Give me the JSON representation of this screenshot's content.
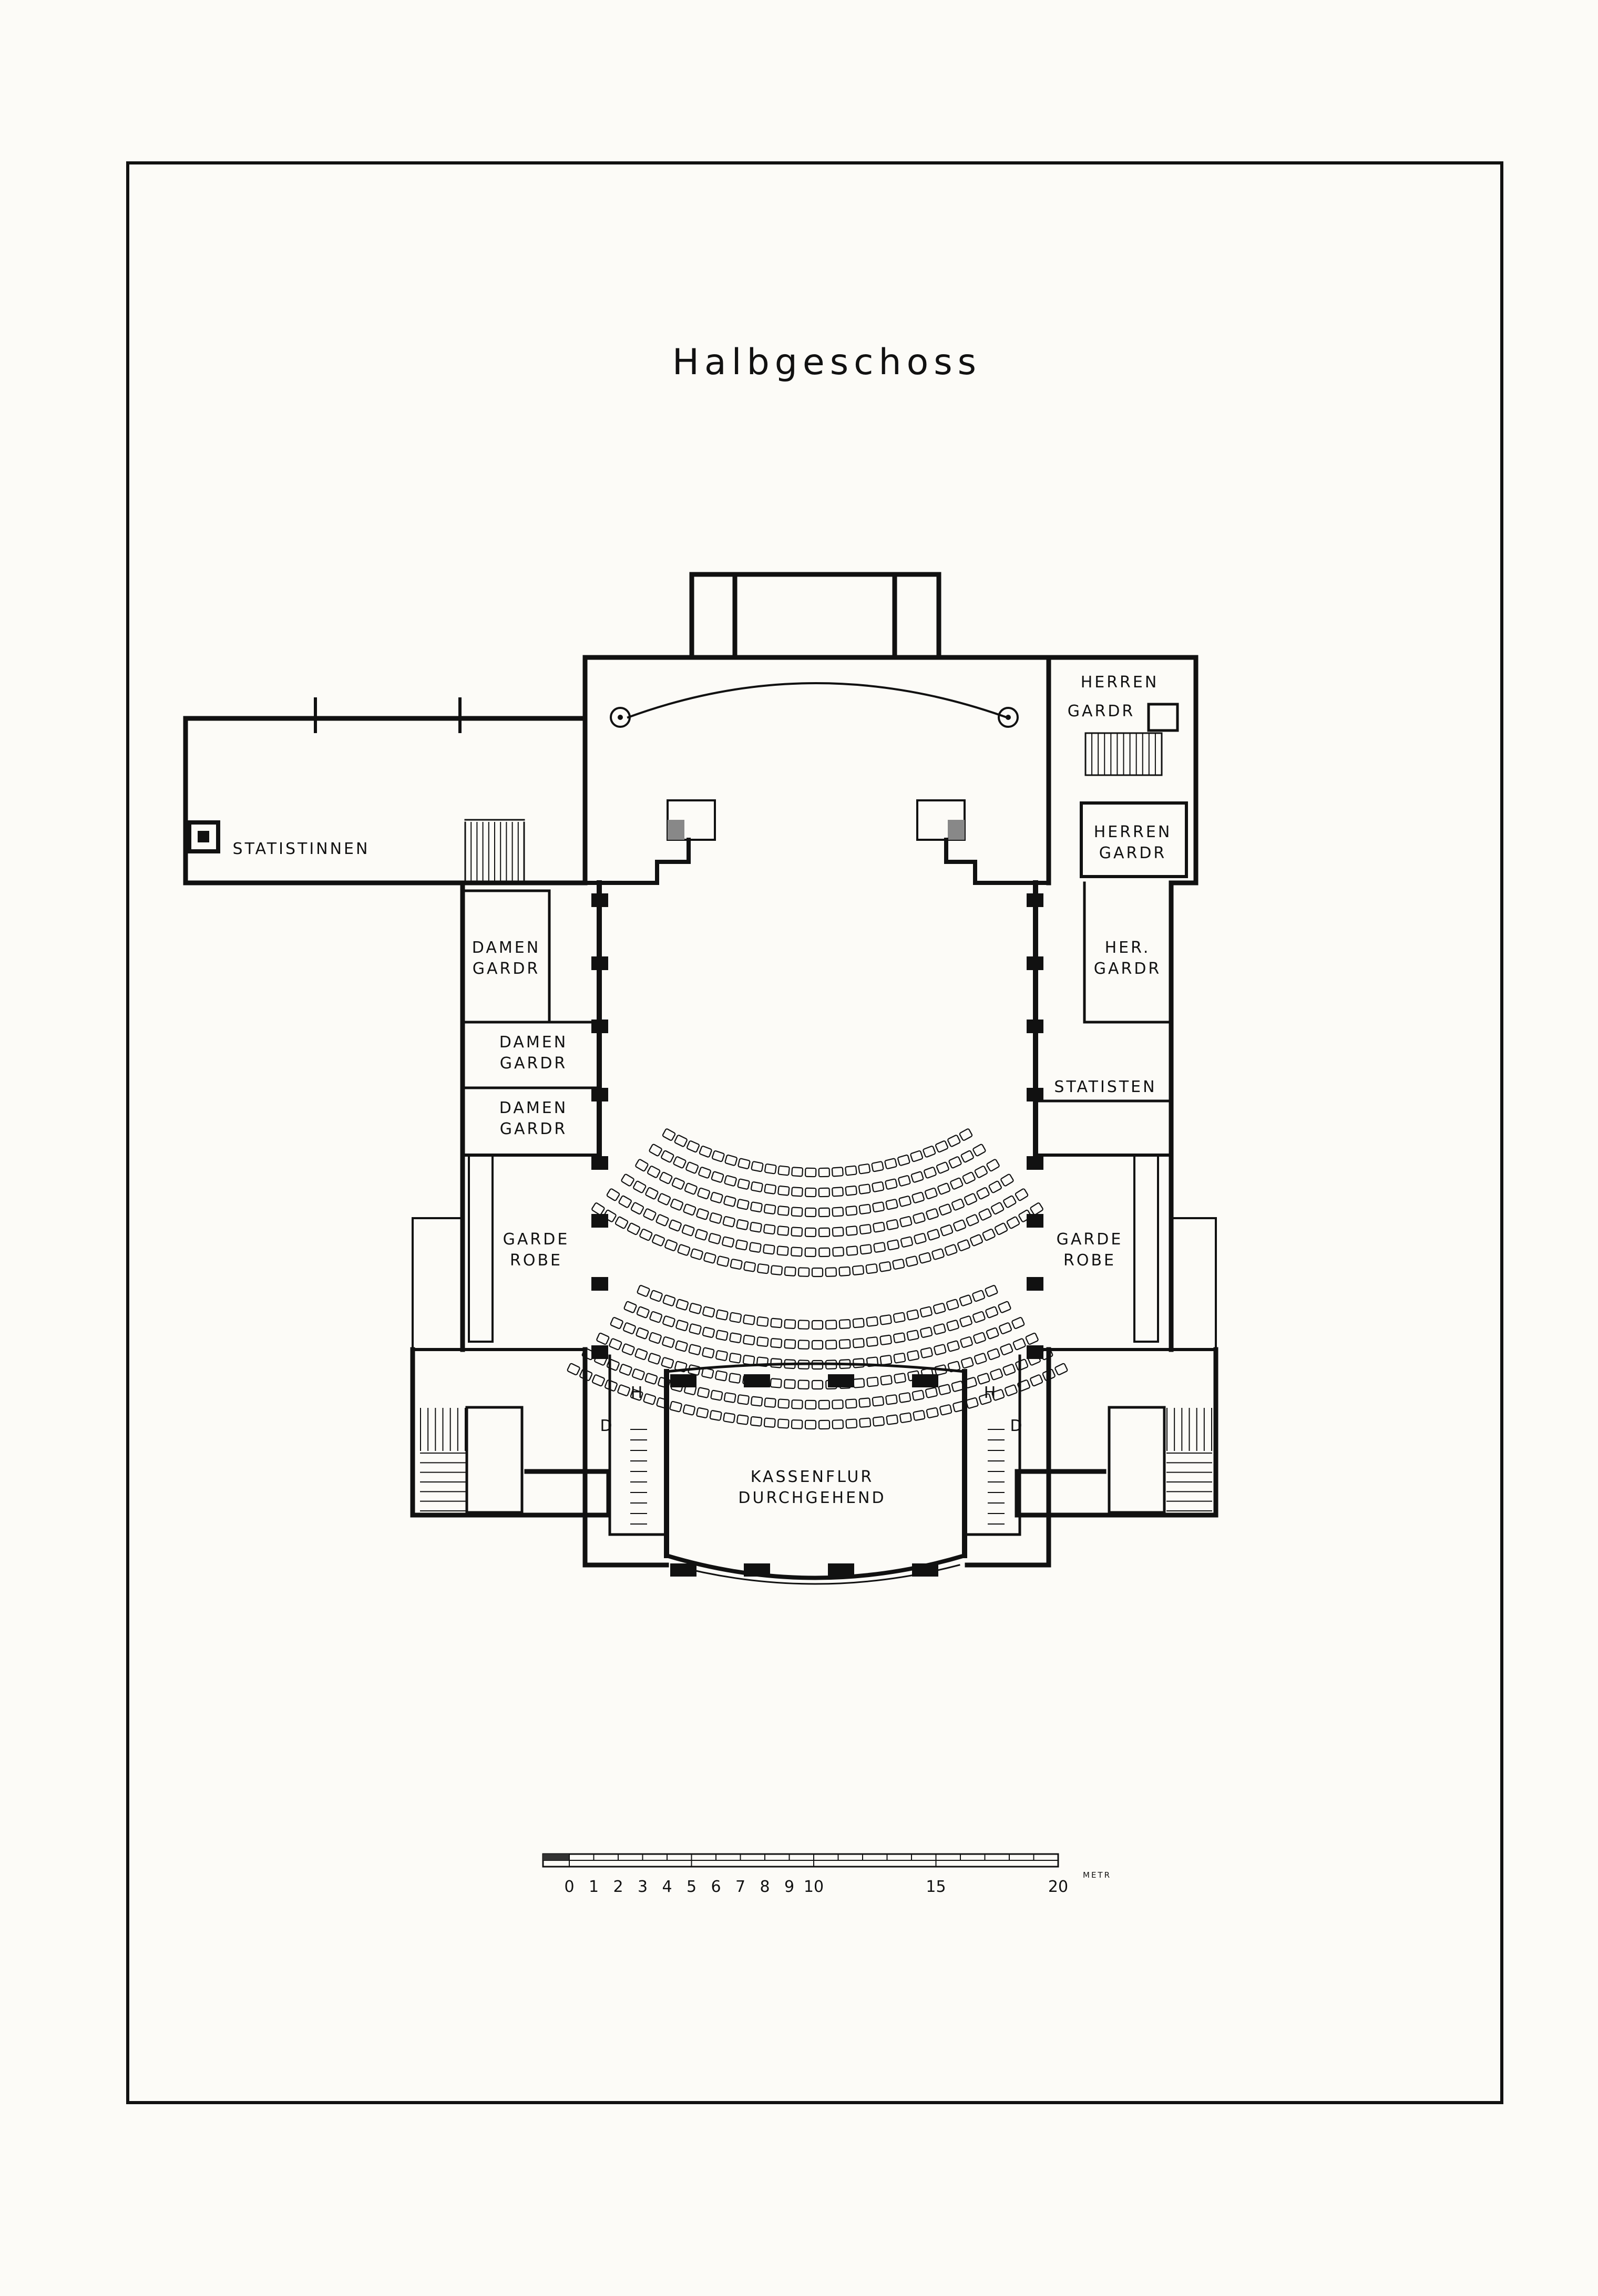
{
  "title": "Halbgeschoss",
  "rooms": {
    "herren_gardr_top_1": "Herren",
    "herren_gardr_top_2": "Gardr",
    "herren_gardr_mid_1": "Herren",
    "herren_gardr_mid_2": "Gardr",
    "her_gardr_1": "Her.",
    "her_gardr_2": "Gardr",
    "statistinnen": "Statistinnen",
    "statisten": "Statisten",
    "damen_gardr_a_1": "Damen",
    "damen_gardr_a_2": "Gardr",
    "damen_gardr_b_1": "Damen",
    "damen_gardr_b_2": "Gardr",
    "damen_gardr_c_1": "Damen",
    "damen_gardr_c_2": "Gardr",
    "garderobe_left_1": "Garde",
    "garderobe_left_2": "robe",
    "garderobe_right_1": "Garde",
    "garderobe_right_2": "robe",
    "kassenflur_1": "Kassenflur",
    "kassenflur_2": "durchgehend",
    "toilet_h_left": "H",
    "toilet_d_left": "D",
    "toilet_h_right": "H",
    "toilet_d_right": "D"
  },
  "scale_bar": {
    "labels": [
      "0",
      "1",
      "2",
      "3",
      "4",
      "5",
      "6",
      "7",
      "8",
      "9",
      "10",
      "15",
      "20"
    ],
    "unit": "METR"
  }
}
